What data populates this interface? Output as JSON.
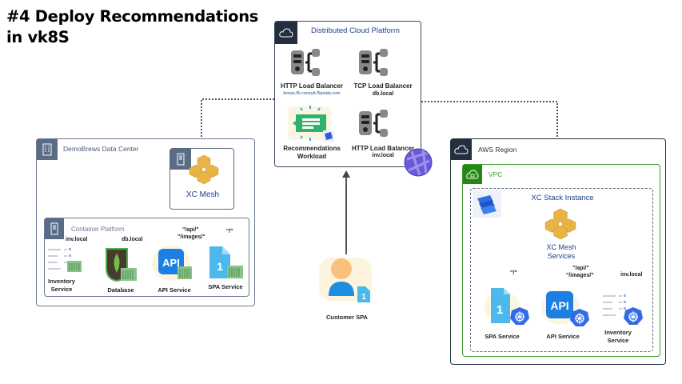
{
  "title": {
    "line1": "#4 Deploy Recommendations",
    "line2": "in vk8S"
  },
  "distributed_cloud": {
    "label": "Distributed Cloud Platform",
    "http_lb": {
      "name": "HTTP Load Balancer",
      "host": "brews.f5-consult.f5pslab.com"
    },
    "tcp_lb": {
      "name": "TCP Load Balancer",
      "host": "db.local"
    },
    "workload": {
      "line1": "Recommendations",
      "line2": "Workload"
    },
    "http_lb_inv": {
      "name": "HTTP Load Balancer",
      "host": "inv.local"
    }
  },
  "datacenter": {
    "label": "DemoBrews Data Center",
    "mesh": "XC Mesh",
    "container_platform": "Container Platform",
    "routes": {
      "inv": "inv.local",
      "db": "db.local",
      "api1": "\"/api/\"",
      "api2": "\"/images/\"",
      "spa": "\"/\""
    },
    "services": {
      "inventory": {
        "line1": "Inventory",
        "line2": "Service"
      },
      "database": "Database",
      "api": "API Service",
      "spa": "SPA Service"
    }
  },
  "customer": {
    "label": "Customer SPA"
  },
  "aws": {
    "label": "AWS Region",
    "vpc": "VPC",
    "stack": "XC Stack Instance",
    "mesh": {
      "line1": "XC Mesh",
      "line2": "Services"
    },
    "routes": {
      "spa": "\"/\"",
      "api1": "\"/api/\"",
      "api2": "\"/images/\"",
      "inv": "inv.local"
    },
    "services": {
      "spa": "SPA Service",
      "api": "API Service",
      "inventory": {
        "line1": "Inventory",
        "line2": "Service"
      }
    }
  },
  "icons": {
    "api_text": "API",
    "spa_digit": "1"
  },
  "colors": {
    "dark": "#232f3e",
    "slate": "#5a6b86",
    "green": "#248814",
    "mesh_gold": "#e8b443",
    "api_blue": "#1d7fe3",
    "k8s_blue": "#326ce5"
  }
}
